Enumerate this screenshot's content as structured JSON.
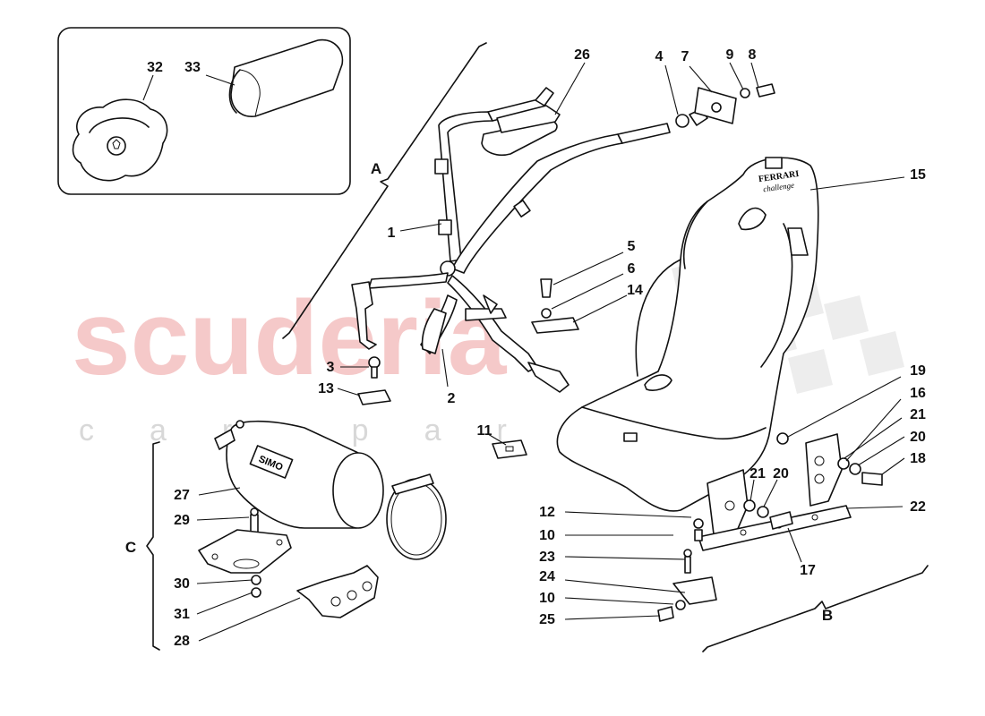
{
  "watermark": {
    "brand": "scuderia",
    "tagline": "car parts"
  },
  "inset_labels": [
    "32",
    "33"
  ],
  "group_labels": {
    "a": "A",
    "b": "B",
    "c": "C"
  },
  "part_labels": {
    "p1": "1",
    "p2": "2",
    "p3": "3",
    "p4": "4",
    "p5": "5",
    "p6": "6",
    "p7": "7",
    "p8": "8",
    "p9": "9",
    "p10a": "10",
    "p10b": "10",
    "p11": "11",
    "p12": "12",
    "p13": "13",
    "p14": "14",
    "p15": "15",
    "p16": "16",
    "p17": "17",
    "p18": "18",
    "p19": "19",
    "p20a": "20",
    "p20b": "20",
    "p21a": "21",
    "p21b": "21",
    "p22": "22",
    "p23": "23",
    "p24": "24",
    "p25": "25",
    "p26": "26",
    "p27": "27",
    "p28": "28",
    "p29": "29",
    "p30": "30",
    "p31": "31"
  },
  "product_text": {
    "extinguisher_brand": "SIMO",
    "seat_brand": "FERRARI",
    "seat_model": "challenge"
  },
  "colors": {
    "line": "#111111",
    "watermark_red": "#f2b8b8",
    "watermark_grey": "#d8d8d8"
  }
}
